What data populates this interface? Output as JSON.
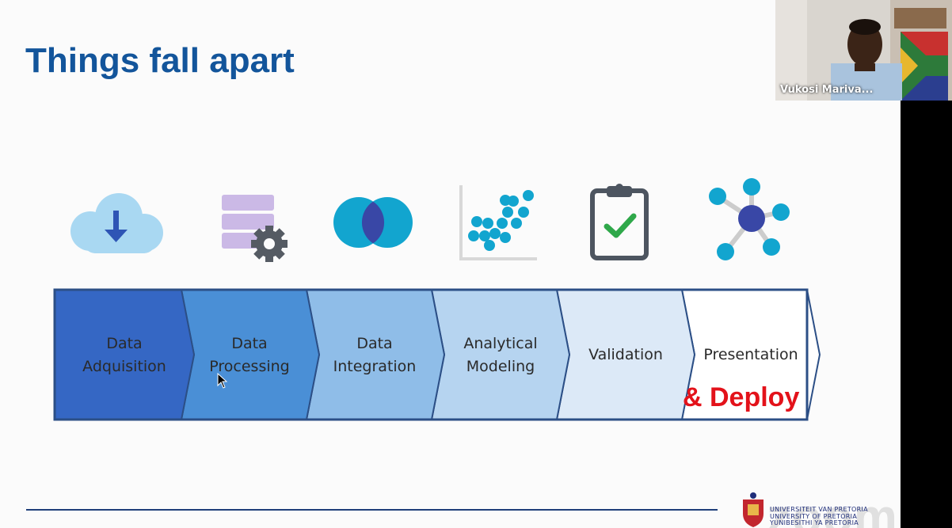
{
  "slide": {
    "title": "Things fall apart",
    "steps": [
      {
        "line1": "Data",
        "line2": "Adquisition",
        "color": "#3567c4",
        "icon": "cloud-download-icon"
      },
      {
        "line1": "Data",
        "line2": "Processing",
        "color": "#4a8fd6",
        "icon": "database-gear-icon"
      },
      {
        "line1": "Data",
        "line2": "Integration",
        "color": "#8fbde8",
        "icon": "venn-diagram-icon"
      },
      {
        "line1": "Analytical",
        "line2": "Modeling",
        "color": "#b6d4f0",
        "icon": "scatter-plot-icon"
      },
      {
        "line1": "Validation",
        "line2": "",
        "color": "#dce9f7",
        "icon": "clipboard-check-icon"
      },
      {
        "line1": "Presentation",
        "line2": "",
        "color": "#ffffff",
        "icon": "network-nodes-icon"
      }
    ],
    "annotation": "& Deploy",
    "annotation_color": "#e3121a",
    "university": [
      "UNIVERSITEIT VAN PRETORIA",
      "UNIVERSITY OF PRETORIA",
      "YUNIBESITHI YA PRETORIA"
    ]
  },
  "video_tile": {
    "participant_name": "Vukosi Mariva..."
  },
  "watermark": "zoom"
}
